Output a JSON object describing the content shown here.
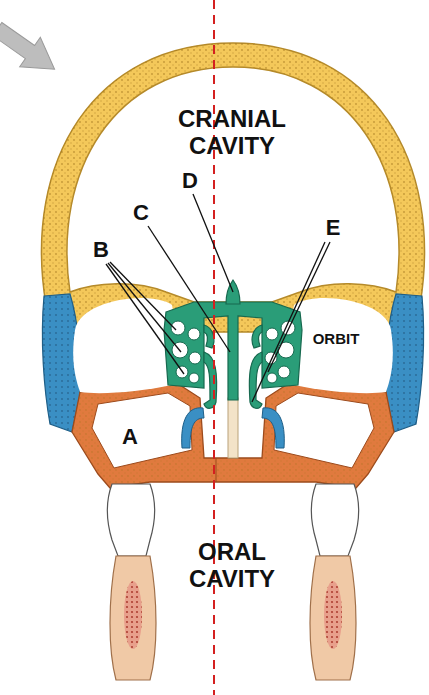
{
  "diagram": {
    "labels": [
      "CRANIAL CAVITY",
      "D",
      "C",
      "E",
      "B",
      "ORBIT",
      "A",
      "ORAL CAVITY"
    ]
  }
}
